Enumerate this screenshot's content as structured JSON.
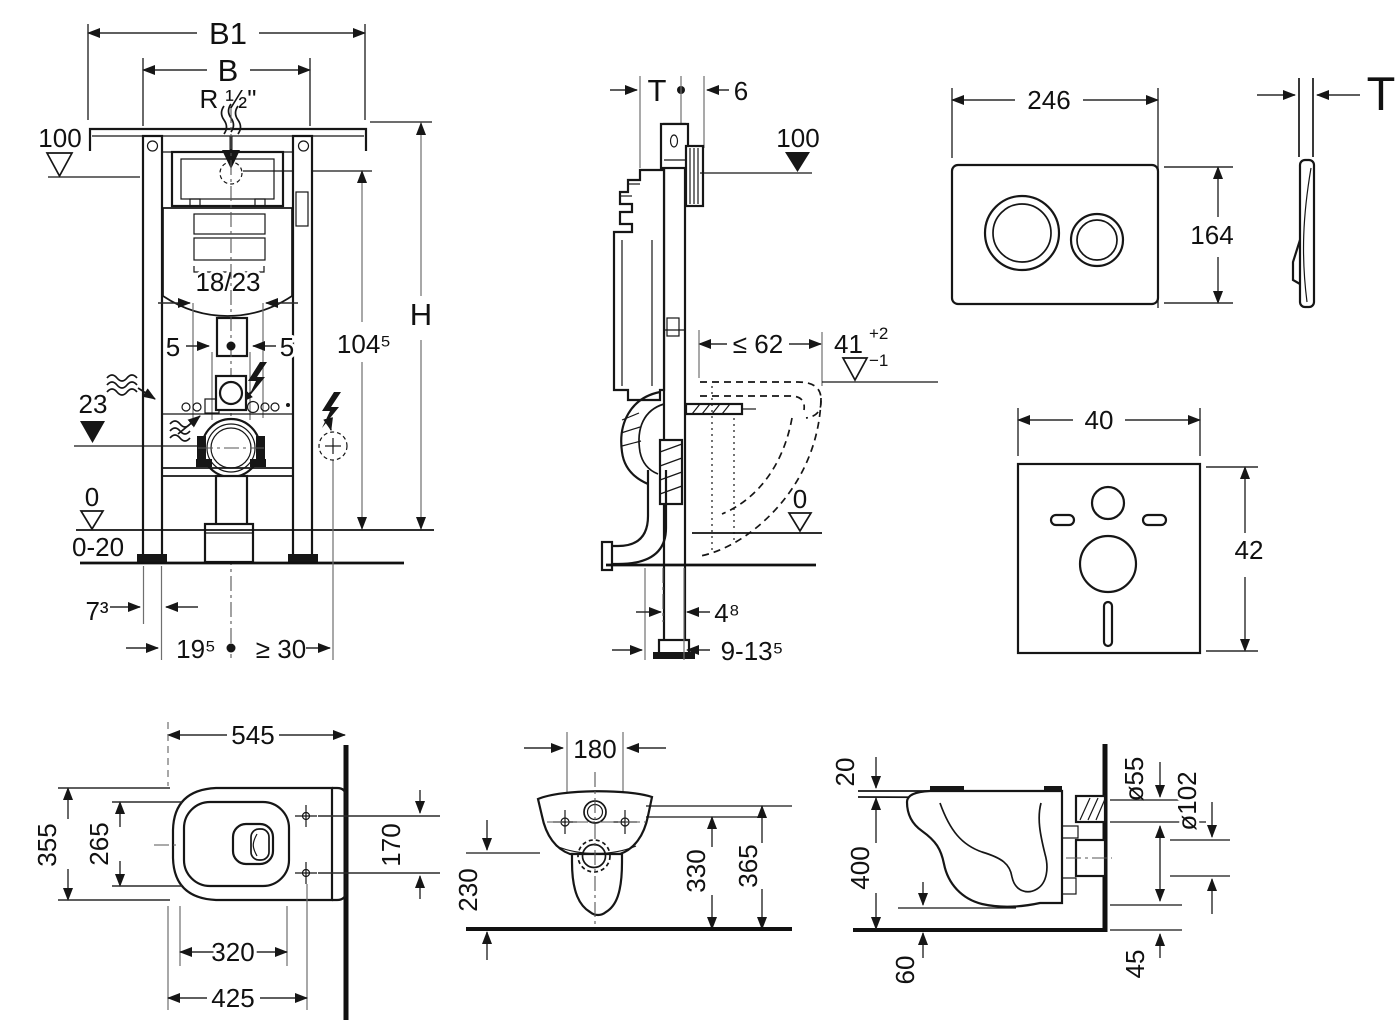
{
  "colors": {
    "line": "#161616",
    "background": "#ffffff"
  },
  "icons": [
    "water-supply-waves-icon",
    "odor-extraction-waves-icon",
    "lightning-icon",
    "electrical-outlet-dashed-circle-icon",
    "level-triangle-filled-icon",
    "level-triangle-open-icon"
  ],
  "diagram": {
    "frame_front": {
      "b1": "B1",
      "b": "B",
      "thread": "R ½\"",
      "level_top": "100",
      "pipe_span": "18/23",
      "five_left": "5",
      "five_right": "5",
      "outlet_height": "23",
      "height_inner": "104⁵",
      "height_total": "H",
      "level_zero": "0",
      "floor_range": "0-20",
      "off_wall": "7³",
      "off_center": "19⁵",
      "off_outlet": "≥ 30"
    },
    "frame_side": {
      "depth": "T",
      "plate_gap": "6",
      "level_top": "100",
      "bowl_depth": "≤ 62",
      "rim_height": "41",
      "rim_tol_plus": "+2",
      "rim_tol_minus": "−1",
      "level_zero": "0",
      "rail_depth": "4⁸",
      "wall_depth": "9-13⁵"
    },
    "plate_front": {
      "width": "246",
      "height": "164"
    },
    "plate_side": {
      "depth": "T"
    },
    "pad": {
      "width": "40",
      "height": "42"
    },
    "wc_top": {
      "width": "545",
      "depth": "355",
      "rim_depth": "265",
      "hole_span": "170",
      "rim_width": "320",
      "hole_depth": "425"
    },
    "wc_rear": {
      "hole_span": "180",
      "h_rim_low": "230",
      "h_hole": "330",
      "h_top": "365"
    },
    "wc_side": {
      "seat": "20",
      "height": "400",
      "clearance": "60",
      "flush_pipe": "ø55",
      "outlet_pipe": "ø102",
      "outlet_bottom": "45"
    }
  }
}
